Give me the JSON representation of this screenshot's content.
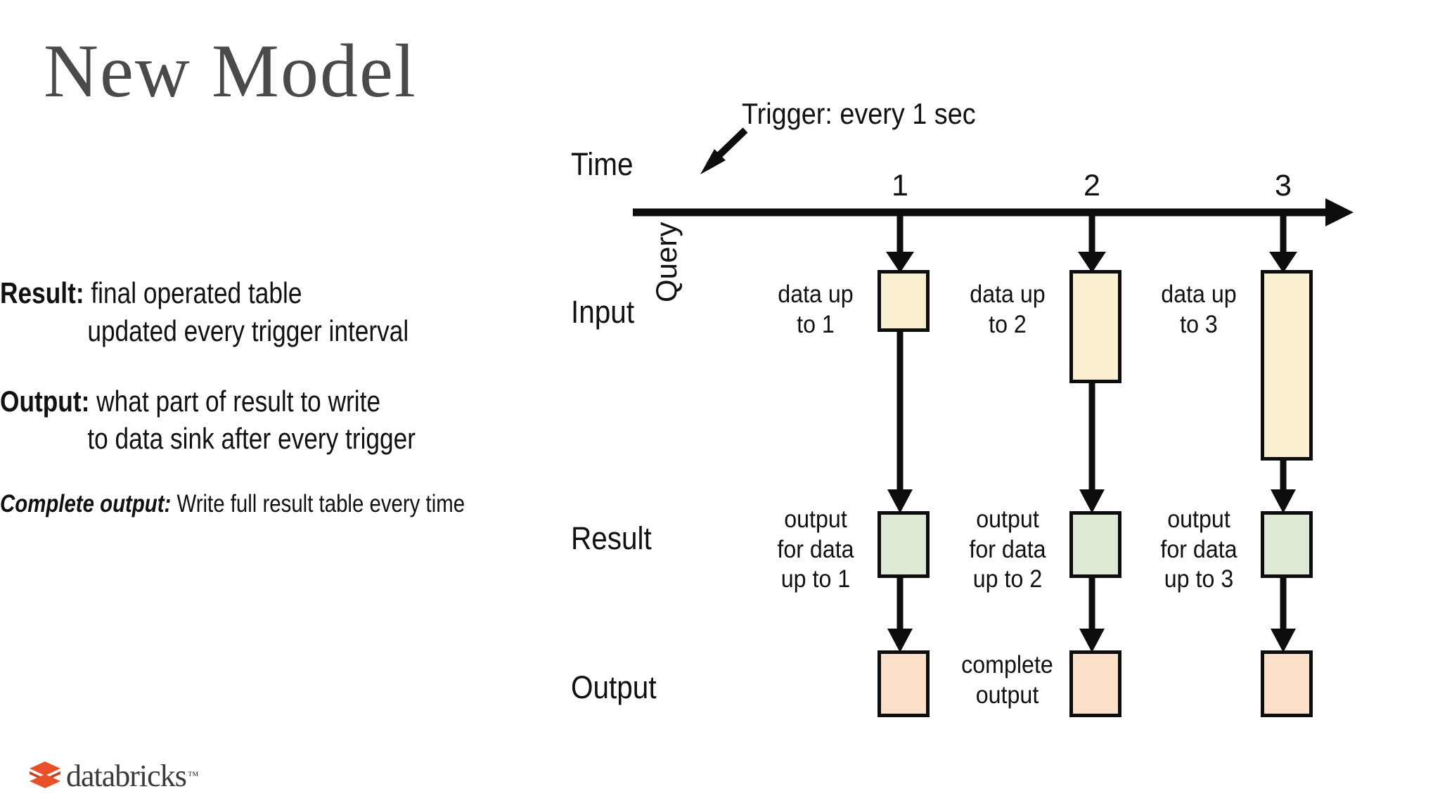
{
  "slide": {
    "title": "New Model",
    "background_color": "#ffffff",
    "title_color": "#4a4a4a"
  },
  "bullets": [
    {
      "lead": "Result:",
      "line1": " final operated table",
      "line2": "updated every trigger interval"
    },
    {
      "lead": "Output:",
      "line1": " what part of result to write",
      "line2": "to data sink after every trigger"
    }
  ],
  "note": {
    "lead": "Complete output:",
    "text": " Write full result table every time"
  },
  "diagram": {
    "trigger_label": "Trigger: every 1 sec",
    "query_label": "Query",
    "row_labels": {
      "time": "Time",
      "input": "Input",
      "result": "Result",
      "output": "Output"
    },
    "ticks": [
      "1",
      "2",
      "3"
    ],
    "complete_output_label": "complete\noutput",
    "colors": {
      "input_box": "#fbefd1",
      "result_box": "#dcе9d5",
      "output_box": "#fbe1c9",
      "stroke": "#0d0d0d"
    },
    "input_captions": [
      "data up\nto 1",
      "data up\nto 2",
      "data up\nto 3"
    ],
    "result_captions": [
      "output\nfor data\nup to 1",
      "output\nfor data\nup to 2",
      "output\nfor data\nup to 3"
    ]
  },
  "logo": {
    "name": "databricks",
    "trademark": "™",
    "color": "#e8502a"
  }
}
